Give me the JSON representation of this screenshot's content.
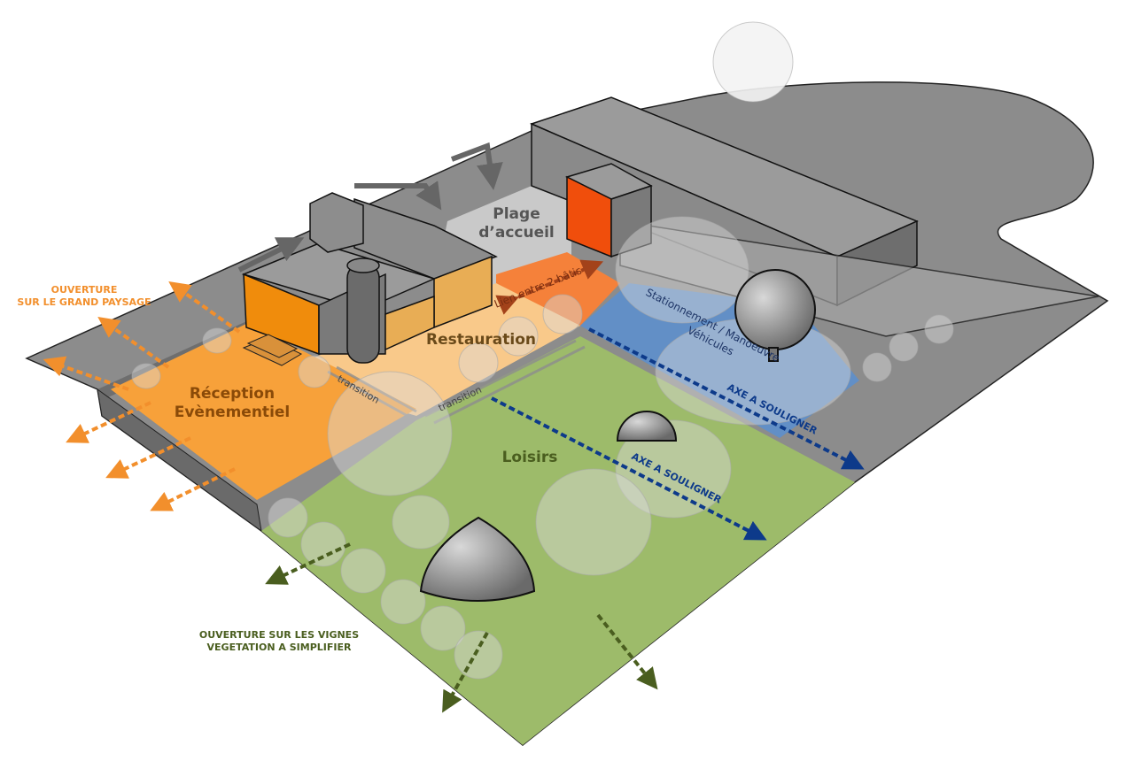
{
  "zones": {
    "plage": {
      "line1": "Plage",
      "line2": "d’accueil"
    },
    "restauration": "Restauration",
    "reception": {
      "line1": "Réception",
      "line2": "Evènementiel"
    },
    "loisirs": "Loisirs",
    "stationnement": {
      "line1": "Stationnement / Manoeuvre",
      "line2": "Véhicules"
    },
    "lien": "Lien entre 2 bâtis",
    "transition": "transition"
  },
  "annotations": {
    "axe": "AXE A SOULIGNER",
    "ouverture_paysage": {
      "line1": "OUVERTURE",
      "line2": "SUR LE GRAND PAYSAGE"
    },
    "ouverture_vignes": {
      "line1": "OUVERTURE SUR LES VIGNES",
      "line2": "VEGETATION A SIMPLIFIER"
    }
  },
  "colors": {
    "ground": "#8c8c8c",
    "green": "#9dbb6a",
    "orange": "#f7a13a",
    "light_orange": "#f9c98a",
    "red_orange": "#f26b21",
    "blue": "#5b8fd0",
    "navy": "#0d3a8a",
    "olive": "#4a5e1f",
    "orange_text": "#f28f2c"
  }
}
